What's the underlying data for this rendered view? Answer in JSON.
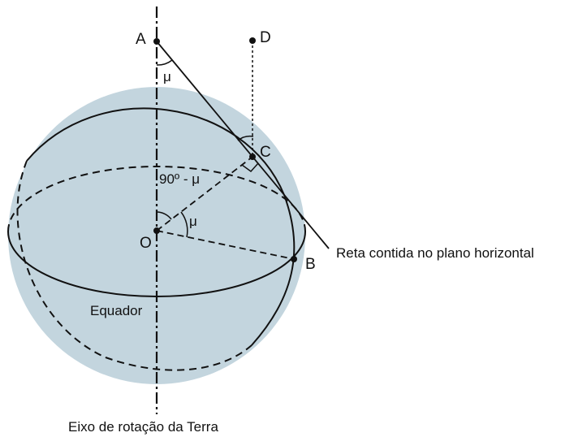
{
  "points": {
    "A": "A",
    "B": "B",
    "C": "C",
    "D": "D",
    "O": "O"
  },
  "angles": {
    "mu_top": "μ",
    "mu_center": "μ",
    "complement": "90º - μ"
  },
  "labels": {
    "equator": "Equador",
    "horizontal_line": "Reta contida no plano horizontal",
    "axis": "Eixo de rotação da Terra"
  },
  "colors": {
    "sphere_fill": "#c3d5de",
    "stroke": "#111111"
  }
}
